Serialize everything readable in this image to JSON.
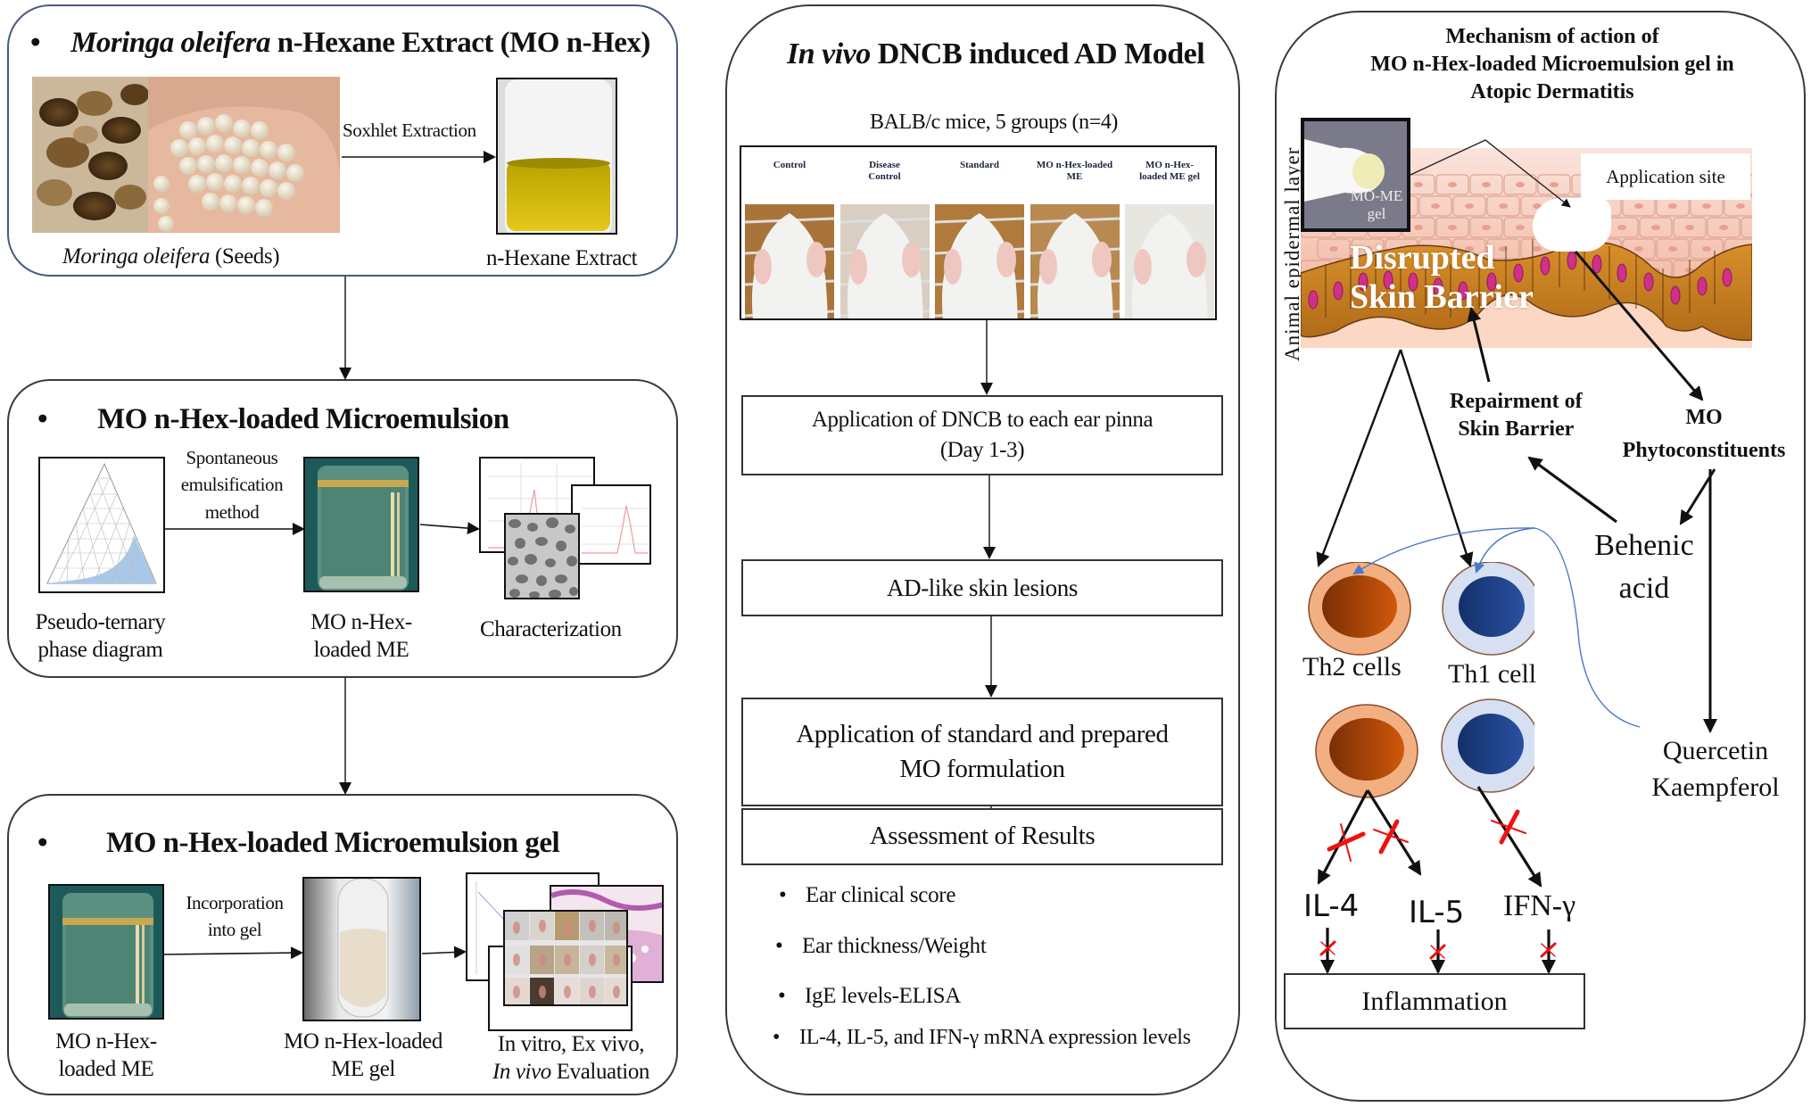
{
  "panel1": {
    "title_italic": "Moringa oleifera",
    "title_rest": " n-Hexane Extract (MO n-Hex)",
    "seeds_caption_italic": "Moringa oleifera",
    "seeds_caption_rest": " (Seeds)",
    "arrow_label": "Soxhlet Extraction",
    "extract_caption": "n-Hexane Extract"
  },
  "panel2": {
    "title": "MO n-Hex-loaded Microemulsion",
    "method_label": [
      "Spontaneous",
      "emulsification",
      "method"
    ],
    "diagram_caption": [
      "Pseudo-ternary",
      "phase diagram"
    ],
    "me_caption": [
      "MO n-Hex-",
      "loaded ME"
    ],
    "characterization_caption": "Characterization"
  },
  "panel3": {
    "title": "MO n-Hex-loaded Microemulsion gel",
    "arrow_label": [
      "Incorporation",
      "into gel"
    ],
    "me_caption": [
      "MO n-Hex-",
      "loaded ME"
    ],
    "gel_caption": [
      "MO n-Hex-loaded",
      "ME gel"
    ],
    "eval_caption_line1": "In vitro, Ex vivo,",
    "eval_caption_italic": "In vivo",
    "eval_caption_rest": " Evaluation"
  },
  "middle": {
    "title_italic": "In vivo",
    "title_rest": " DNCB induced AD Model",
    "subtitle": "BALB/c mice, 5 groups (n=4)",
    "groups": [
      {
        "label": [
          "Control"
        ]
      },
      {
        "label": [
          "Disease",
          "Control"
        ]
      },
      {
        "label": [
          "Standard"
        ]
      },
      {
        "label": [
          "MO n-Hex-loaded",
          "ME"
        ]
      },
      {
        "label": [
          "MO n-Hex-",
          "loaded ME gel"
        ]
      }
    ],
    "steps": [
      [
        "Application of DNCB to each ear pinna",
        "(Day 1-3)"
      ],
      [
        "AD-like skin lesions"
      ],
      [
        "Application of standard and prepared",
        "MO formulation"
      ],
      [
        "Assessment of Results"
      ]
    ],
    "results": [
      "Ear clinical score",
      "Ear thickness/Weight",
      "IgE levels-ELISA",
      "IL-4, IL-5, and IFN-γ mRNA expression levels"
    ]
  },
  "right": {
    "title": [
      "Mechanism of action of",
      "MO n-Hex-loaded Microemulsion gel in",
      "Atopic Dermatitis"
    ],
    "side_label": "Animal epidermal layer",
    "gel_label": [
      "MO-ME",
      "gel"
    ],
    "application_site": "Application site",
    "disrupted": [
      "Disrupted",
      "Skin Barrier"
    ],
    "repair": [
      "Repairment of",
      "Skin Barrier"
    ],
    "phyto": [
      "MO",
      "Phytoconstituents"
    ],
    "behenic": [
      "Behenic",
      "acid"
    ],
    "quercetin": [
      "Quercetin",
      "Kaempferol"
    ],
    "th2": "Th2 cells",
    "th1": "Th1 cell",
    "il4": "IL-4",
    "il5": "IL-5",
    "ifn": "IFN-γ",
    "inflammation": "Inflammation"
  },
  "colors": {
    "panel1_border": "#4a5a82",
    "th2_outer": "#f2b082",
    "th2_inner": "#b84f0a",
    "th1_outer": "#d6e0f2",
    "th1_inner": "#1f4590",
    "blue_arrow": "#4a78c8",
    "block_mark": "#ee1111",
    "skin_basal": "#c8802a",
    "skin_upper": "#f6c8b8",
    "nucleus": "#d0308a"
  }
}
